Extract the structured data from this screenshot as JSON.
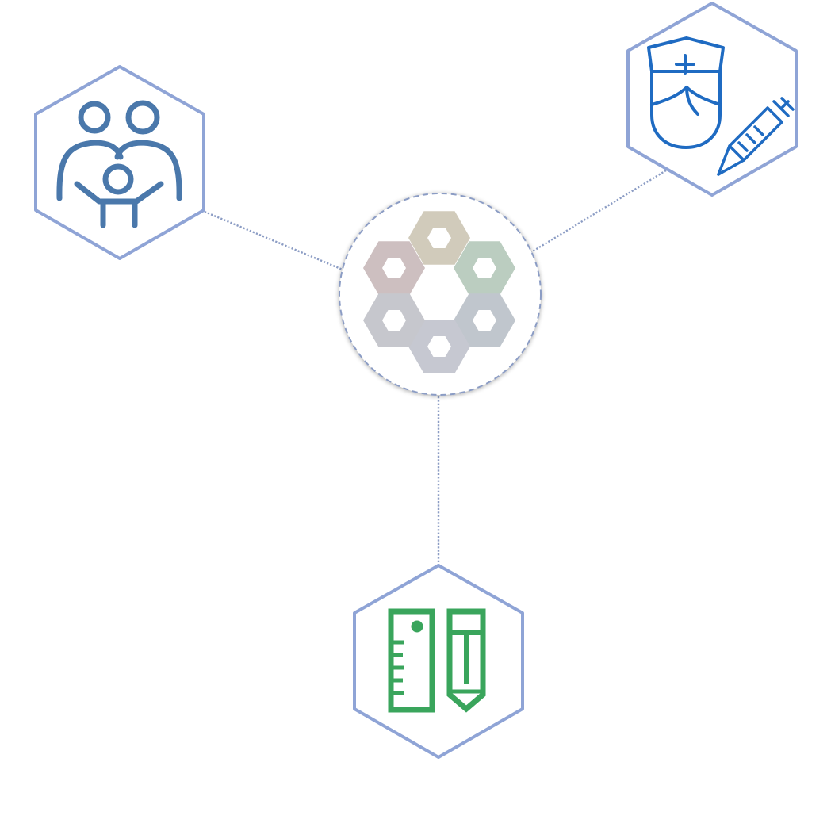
{
  "diagram": {
    "hub": {
      "name": "hexagon-cluster-logo",
      "ring_color": "#8b9cc4",
      "petal_colors": [
        "#cfc9b8",
        "#b8cbbd",
        "#bdc4cb",
        "#c3c6cf",
        "#c4c5cb",
        "#cbbcbd"
      ]
    },
    "nodes": [
      {
        "id": "family",
        "icon": "family-icon",
        "icon_color": "#4a78ab",
        "frame_color": "#8fa4d6"
      },
      {
        "id": "nurse",
        "icon": "nurse-syringe-icon",
        "icon_color": "#1f6bc2",
        "frame_color": "#8fa4d6"
      },
      {
        "id": "tools",
        "icon": "ruler-pencil-icon",
        "icon_color": "#3aa55c",
        "frame_color": "#8fa4d6"
      }
    ],
    "connector_color": "#8b9cc4"
  }
}
